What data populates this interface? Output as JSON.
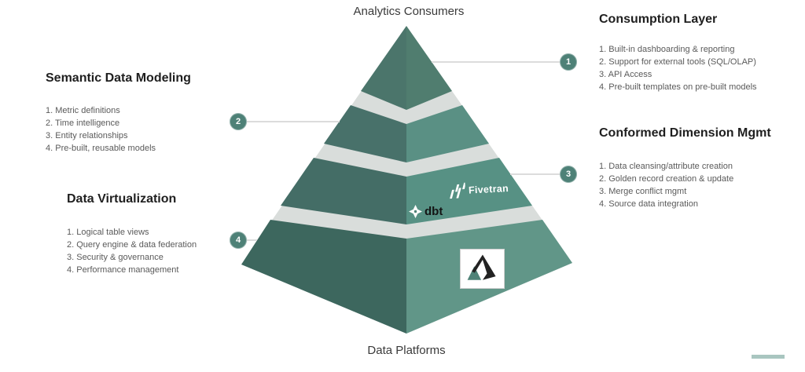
{
  "slide": {
    "top_label": "Analytics Consumers",
    "bottom_label": "Data Platforms"
  },
  "sections": {
    "semantic_data_modeling": {
      "title": "Semantic Data Modeling",
      "items": [
        "1. Metric definitions",
        "2. Time intelligence",
        "3. Entity relationships",
        "4. Pre-built, reusable models"
      ]
    },
    "data_virtualization": {
      "title": "Data Virtualization",
      "items": [
        "1. Logical table views",
        "2. Query engine & data federation",
        "3. Security & governance",
        "4. Performance management"
      ]
    },
    "consumption_layer": {
      "title": "Consumption Layer",
      "items": [
        "1. Built-in dashboarding & reporting",
        "2. Support for external tools (SQL/OLAP)",
        "3. API Access",
        "4. Pre-built templates on pre-built models"
      ]
    },
    "conformed_dimension_mgmt": {
      "title": "Conformed Dimension Mgmt",
      "items": [
        "1. Data cleansing/attribute creation",
        "2. Golden record creation & update",
        "3. Merge conflict mgmt",
        "4. Source data integration"
      ]
    }
  },
  "markers": {
    "m1": "1",
    "m2": "2",
    "m3": "3",
    "m4": "4"
  },
  "logos": {
    "fivetran": "Fivetran",
    "dbt": "dbt"
  },
  "icons": {
    "fivetran": "fivetran-bars-mark",
    "dbt": "dbt-star-mark",
    "atscale": "atscale-arrow-triangle-mark"
  },
  "colors": {
    "pyramid_left_face_dark": "#3d675e",
    "pyramid_right_face_light": "#619688",
    "layer_gap_gray": "#d9dddb",
    "marker_teal": "#4e8177",
    "accent_teal": "#4e8277"
  }
}
